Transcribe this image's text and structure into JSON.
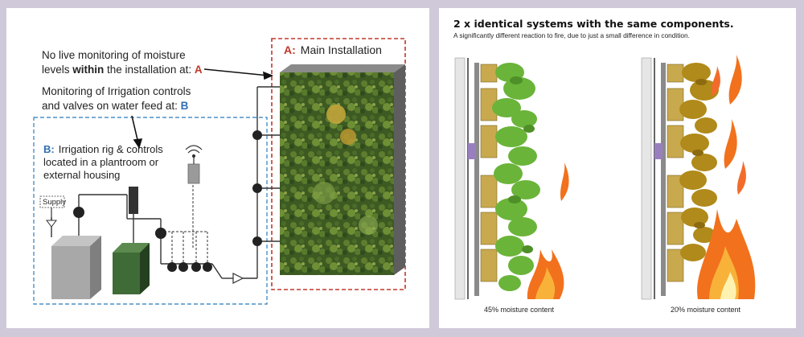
{
  "left": {
    "note_line1": "No live monitoring of moisture",
    "note_line2_pre": "levels ",
    "note_line2_bold": "within",
    "note_line2_post": " the installation at: ",
    "note_line2_marker": "A",
    "note2_line1": "Monitoring of Irrigation controls",
    "note2_line2_pre": "and valves on water feed at: ",
    "note2_line2_marker": "B",
    "box_a_marker": "A:",
    "box_a_label": "Main Installation",
    "box_b_marker": "B:",
    "box_b_line1": "Irrigation rig & controls",
    "box_b_line2": "located in a plantroom or",
    "box_b_line3": "external housing",
    "supply_label": "Supply",
    "colors": {
      "box_a": "#c0392b",
      "box_b": "#4a90c8",
      "marker_a": "#c0392b",
      "marker_b": "#2f6fb5",
      "tank_grey": "#a8a8a8",
      "tank_green": "#3f6b36"
    }
  },
  "right": {
    "title": "2 x identical systems with the same components.",
    "subtitle": "A significantly different reaction to fire, due to just a small difference in condition.",
    "caption_left": "45% moisture content",
    "caption_right": "20% moisture content",
    "colors": {
      "leaf_healthy": "#6ab43a",
      "leaf_dry": "#b08a1a",
      "flame": "#f2711c",
      "insulation": "#c9a94e",
      "bracket": "#9a7fc0"
    }
  }
}
